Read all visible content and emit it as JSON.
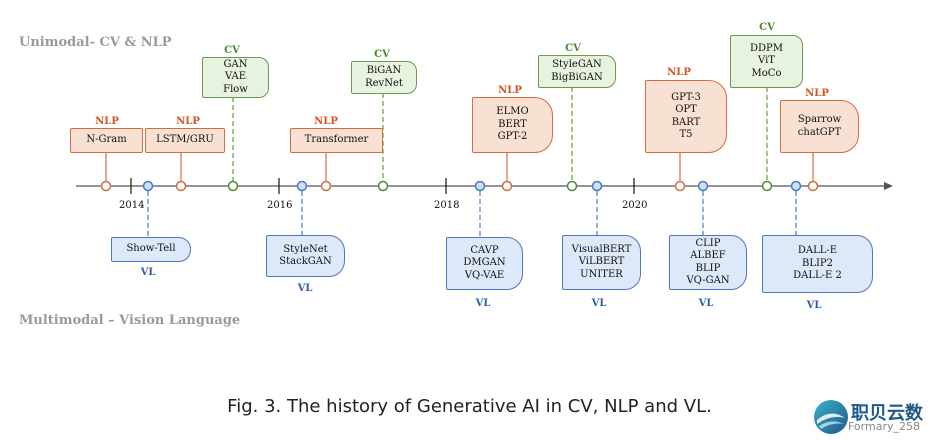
{
  "labels": {
    "unimodal": "Unimodal- CV & NLP",
    "multimodal": "Multimodal – Vision Language"
  },
  "years": [
    "2014",
    "2016",
    "2018",
    "2020"
  ],
  "tags": {
    "cv": "CV",
    "nlp": "NLP",
    "vl": "VL"
  },
  "boxes": {
    "ngram": [
      "N-Gram"
    ],
    "lstm": [
      "LSTM/GRU"
    ],
    "gan": [
      "GAN",
      "VAE",
      "Flow"
    ],
    "transformer": [
      "Transformer"
    ],
    "bigan": [
      "BiGAN",
      "RevNet"
    ],
    "elmo": [
      "ELMO",
      "BERT",
      "GPT-2"
    ],
    "stylegan": [
      "StyleGAN",
      "BigBiGAN"
    ],
    "gpt3": [
      "GPT-3",
      "OPT",
      "BART",
      "T5"
    ],
    "ddpm": [
      "DDPM",
      "ViT",
      "MoCo"
    ],
    "sparrow": [
      "Sparrow",
      "chatGPT"
    ],
    "showtell": [
      "Show-Tell"
    ],
    "stylenet": [
      "StyleNet",
      "StackGAN"
    ],
    "cavp": [
      "CAVP",
      "DMGAN",
      "VQ-VAE"
    ],
    "visualbert": [
      "VisualBERT",
      "ViLBERT",
      "UNITER"
    ],
    "clip": [
      "CLIP",
      "ALBEF",
      "BLIP",
      "VQ-GAN"
    ],
    "dalle": [
      "DALL-E",
      "BLIP2",
      "DALL-E 2"
    ]
  },
  "caption": "Fig. 3.  The history of Generative AI in CV, NLP and VL.",
  "logo": {
    "brand": "职贝云数",
    "watermark": "Formary_258"
  },
  "colors": {
    "cv": "#4a8a2a",
    "nlp": "#d9531e",
    "vl": "#2b5da8",
    "axis": "#555555"
  }
}
